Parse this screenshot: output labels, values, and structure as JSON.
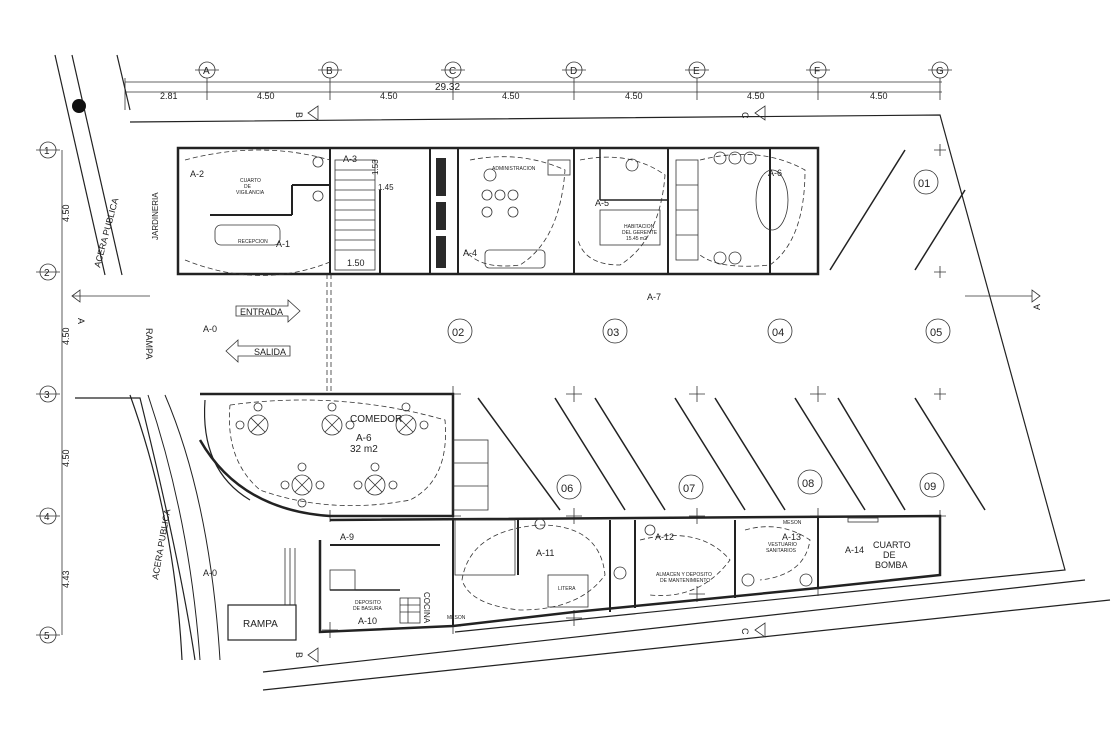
{
  "grid": {
    "columns": [
      "A",
      "B",
      "C",
      "D",
      "E",
      "F",
      "G"
    ],
    "rows": [
      "1",
      "2",
      "3",
      "4",
      "5"
    ]
  },
  "dimensions": {
    "total": "29.32",
    "top": [
      "2.81",
      "4.50",
      "4.50",
      "4.50",
      "4.50",
      "4.50",
      "4.50"
    ],
    "left": [
      "4.50",
      "4.50",
      "4.50",
      "4.43"
    ],
    "stair_w": "1.50",
    "stair_a": "1.53",
    "stair_b": "1.45"
  },
  "sections": {
    "a": "A",
    "b": "B",
    "c": "C"
  },
  "labels": {
    "acera_publica": "ACERA PUBLICA",
    "jardineria": "JARDINERIA",
    "rampa_vertical": "RAMPA",
    "rampa_box": "RAMPA",
    "entrada": "ENTRADA",
    "salida": "SALIDA",
    "cocina": "COCINA",
    "comedor": "COMEDOR",
    "comedor_code": "A-6",
    "comedor_area": "32 m2",
    "cuarto_bomba_1": "CUARTO",
    "cuarto_bomba_2": "DE",
    "cuarto_bomba_3": "BOMBA",
    "vigilancia_1": "CUARTO",
    "vigilancia_2": "DE",
    "vigilancia_3": "VIGILANCIA",
    "recepcion": "RECEPCION",
    "administracion": "ADMINISTRACION",
    "hab_gerente_1": "HABITACION",
    "hab_gerente_2": "DEL GERENTE",
    "hab_gerente_3": "15.45 m2",
    "almacen_1": "ALMACEN Y DEPOSITO",
    "almacen_2": "DE MANTENIMIENTO",
    "vestuario_1": "VESTUARIO",
    "vestuario_2": "SANITARIOS",
    "deposito_basura_1": "DEPOSITO",
    "deposito_basura_2": "DE BASURA",
    "litera": "LITERA",
    "meson": "MESON"
  },
  "area_codes": [
    "A-0",
    "A-0",
    "A-1",
    "A-2",
    "A-3",
    "A-4",
    "A-5",
    "A-6",
    "A-7",
    "A-9",
    "A-10",
    "A-11",
    "A-12",
    "A-13",
    "A-14"
  ],
  "parking_spots": [
    "01",
    "02",
    "03",
    "04",
    "05",
    "06",
    "07",
    "08",
    "09"
  ]
}
